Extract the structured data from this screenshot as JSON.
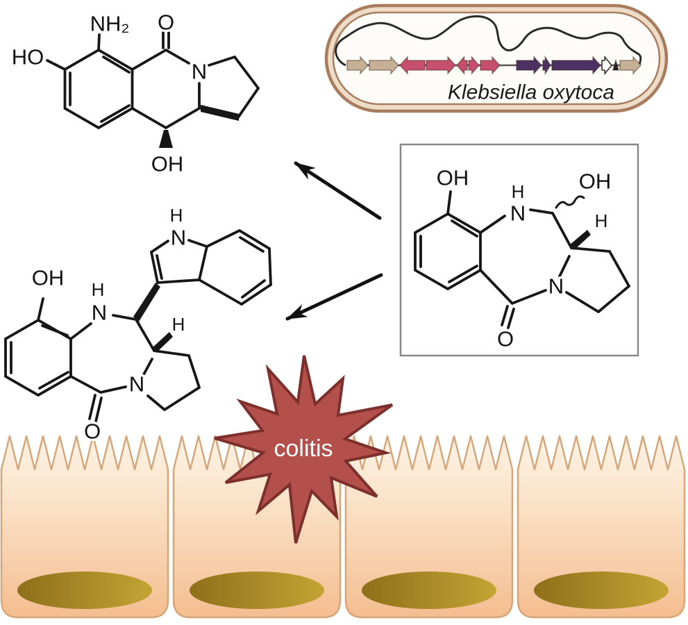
{
  "figure": {
    "bacterium": {
      "name": "Klebsiella oxytoca",
      "membrane_color": "#a87c5c",
      "gene_cluster": {
        "palette": {
          "tan": "#c7b196",
          "pink": "#c64f6f",
          "purple": "#4c3263",
          "white": "#ffffff",
          "black": "#222222"
        },
        "segments": [
          {
            "shape": "arrow-right",
            "color": "tan",
            "w": 30
          },
          {
            "shape": "arrow-right",
            "color": "tan",
            "w": 42
          },
          {
            "shape": "arrow-left",
            "color": "pink",
            "w": 36
          },
          {
            "shape": "arrow-right",
            "color": "pink",
            "w": 42
          },
          {
            "shape": "arrow-left",
            "color": "pink",
            "w": 15
          },
          {
            "shape": "arrow-right",
            "color": "pink",
            "w": 15
          },
          {
            "shape": "arrow-right",
            "color": "pink",
            "w": 28
          },
          {
            "shape": "spacer",
            "color": "black",
            "w": 20
          },
          {
            "shape": "arrow-right",
            "color": "purple",
            "w": 36
          },
          {
            "shape": "arrow-right",
            "color": "purple",
            "w": 11
          },
          {
            "shape": "arrow-right",
            "color": "purple",
            "w": 70
          },
          {
            "shape": "arrow-right",
            "color": "white",
            "w": 14
          },
          {
            "shape": "triangle",
            "color": "black",
            "w": 8
          },
          {
            "shape": "arrow-right",
            "color": "tan",
            "w": 30
          }
        ]
      }
    },
    "molecules": {
      "tilimycin": {
        "atoms": {
          "amine": "NH₂",
          "carbonyl_o": "O",
          "phenol": "HO",
          "ring_n": "N",
          "hydroxyl": "OH"
        }
      },
      "precursor": {
        "atoms": {
          "phenol": "OH",
          "n10_h": "H",
          "n10": "N",
          "c11_oh": "OH",
          "stereo_h": "H",
          "n4": "N",
          "carbonyl_o": "O"
        }
      },
      "tilivalline": {
        "atoms": {
          "phenol": "OH",
          "n10_h": "H",
          "n10": "N",
          "indole_h": "H",
          "indole_n": "N",
          "stereo_h": "H",
          "n4": "N",
          "carbonyl_o": "O"
        }
      }
    },
    "disease": {
      "label": "colitis",
      "fill": "#b3504c",
      "stroke": "#7d2f2c",
      "text_color": "#ffffff"
    },
    "epithelium": {
      "cell_count": 4,
      "outline": "#d6a678",
      "fill_top": "#fdf2e3",
      "fill_bottom": "#f5bd90",
      "nucleus_dark": "#8e701b",
      "nucleus_light": "#c3a434"
    }
  }
}
